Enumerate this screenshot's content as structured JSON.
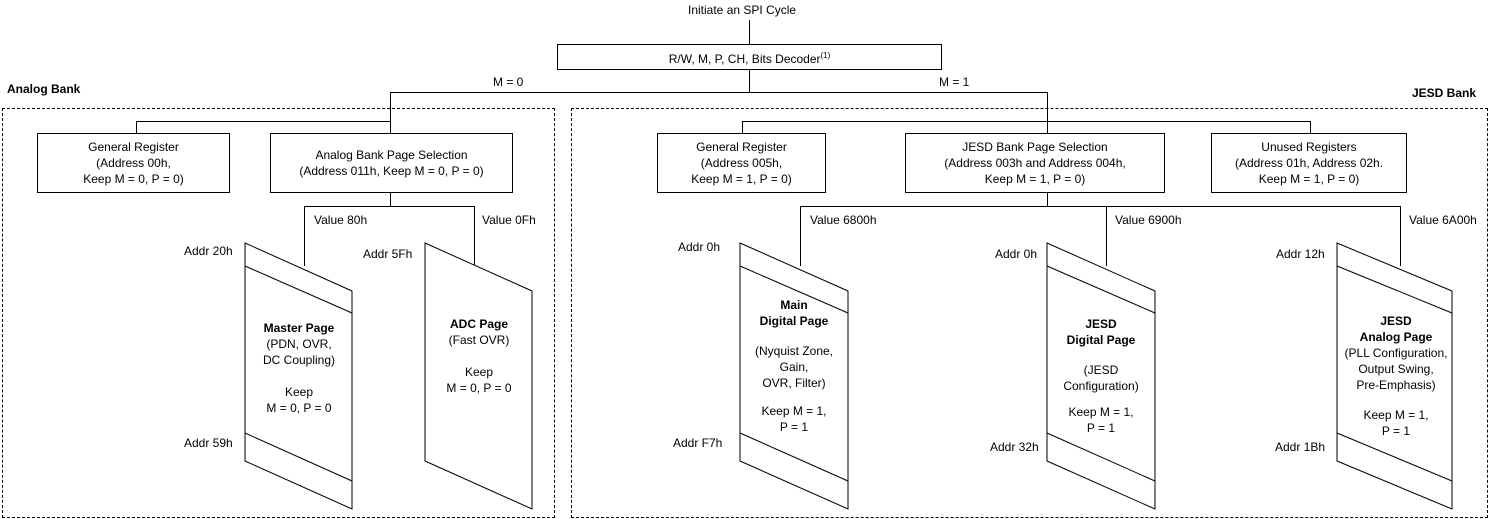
{
  "title": "Initiate an SPI Cycle",
  "decoder": {
    "label": "R/W, M, P, CH, Bits Decoder",
    "footnote": "(1)"
  },
  "branches": {
    "left": "M = 0",
    "right": "M = 1"
  },
  "analog_bank": {
    "label": "Analog Bank",
    "general_register": [
      "General Register",
      "(Address 00h,",
      "Keep M = 0, P = 0)"
    ],
    "page_selection": [
      "Analog Bank Page Selection",
      "(Address 011h, Keep M = 0, P = 0)"
    ],
    "values": [
      "Value 80h",
      "Value 0Fh"
    ],
    "pages": [
      {
        "addr_top": "Addr 20h",
        "addr_bottom": "Addr 59h",
        "title": [
          "Master Page"
        ],
        "lines": [
          "(PDN, OVR,",
          "DC Coupling)",
          "",
          "Keep",
          "M = 0, P = 0"
        ]
      },
      {
        "addr_top": "Addr 5Fh",
        "addr_bottom": "",
        "title": [
          "ADC Page"
        ],
        "lines": [
          "(Fast OVR)",
          "",
          "Keep",
          "M = 0, P = 0"
        ]
      }
    ]
  },
  "jesd_bank": {
    "label": "JESD Bank",
    "general_register": [
      "General Register",
      "(Address 005h,",
      "Keep M = 1, P = 0)"
    ],
    "page_selection": [
      "JESD Bank Page Selection",
      "(Address 003h and Address 004h,",
      "Keep M = 1, P = 0)"
    ],
    "unused_registers": [
      "Unused Registers",
      "(Address 01h, Address 02h.",
      "Keep M = 1, P = 0)"
    ],
    "values": [
      "Value 6800h",
      "Value 6900h",
      "Value 6A00h"
    ],
    "pages": [
      {
        "addr_top": "Addr 0h",
        "addr_bottom": "Addr F7h",
        "title": [
          "Main",
          "Digital Page"
        ],
        "lines": [
          "",
          "(Nyquist Zone,",
          "Gain,",
          "OVR, Filter)",
          "",
          "Keep M = 1,",
          "P = 1"
        ]
      },
      {
        "addr_top": "Addr 0h",
        "addr_bottom": "Addr 32h",
        "title": [
          "JESD",
          "Digital Page"
        ],
        "lines": [
          "",
          "(JESD",
          "Configuration)",
          "",
          "Keep M = 1,",
          "P = 1"
        ]
      },
      {
        "addr_top": "Addr 12h",
        "addr_bottom": "Addr 1Bh",
        "title": [
          "JESD",
          "Analog Page"
        ],
        "lines": [
          "(PLL Configuration,",
          "Output Swing,",
          "Pre-Emphasis)",
          "",
          "Keep M = 1,",
          "P = 1"
        ]
      }
    ]
  }
}
